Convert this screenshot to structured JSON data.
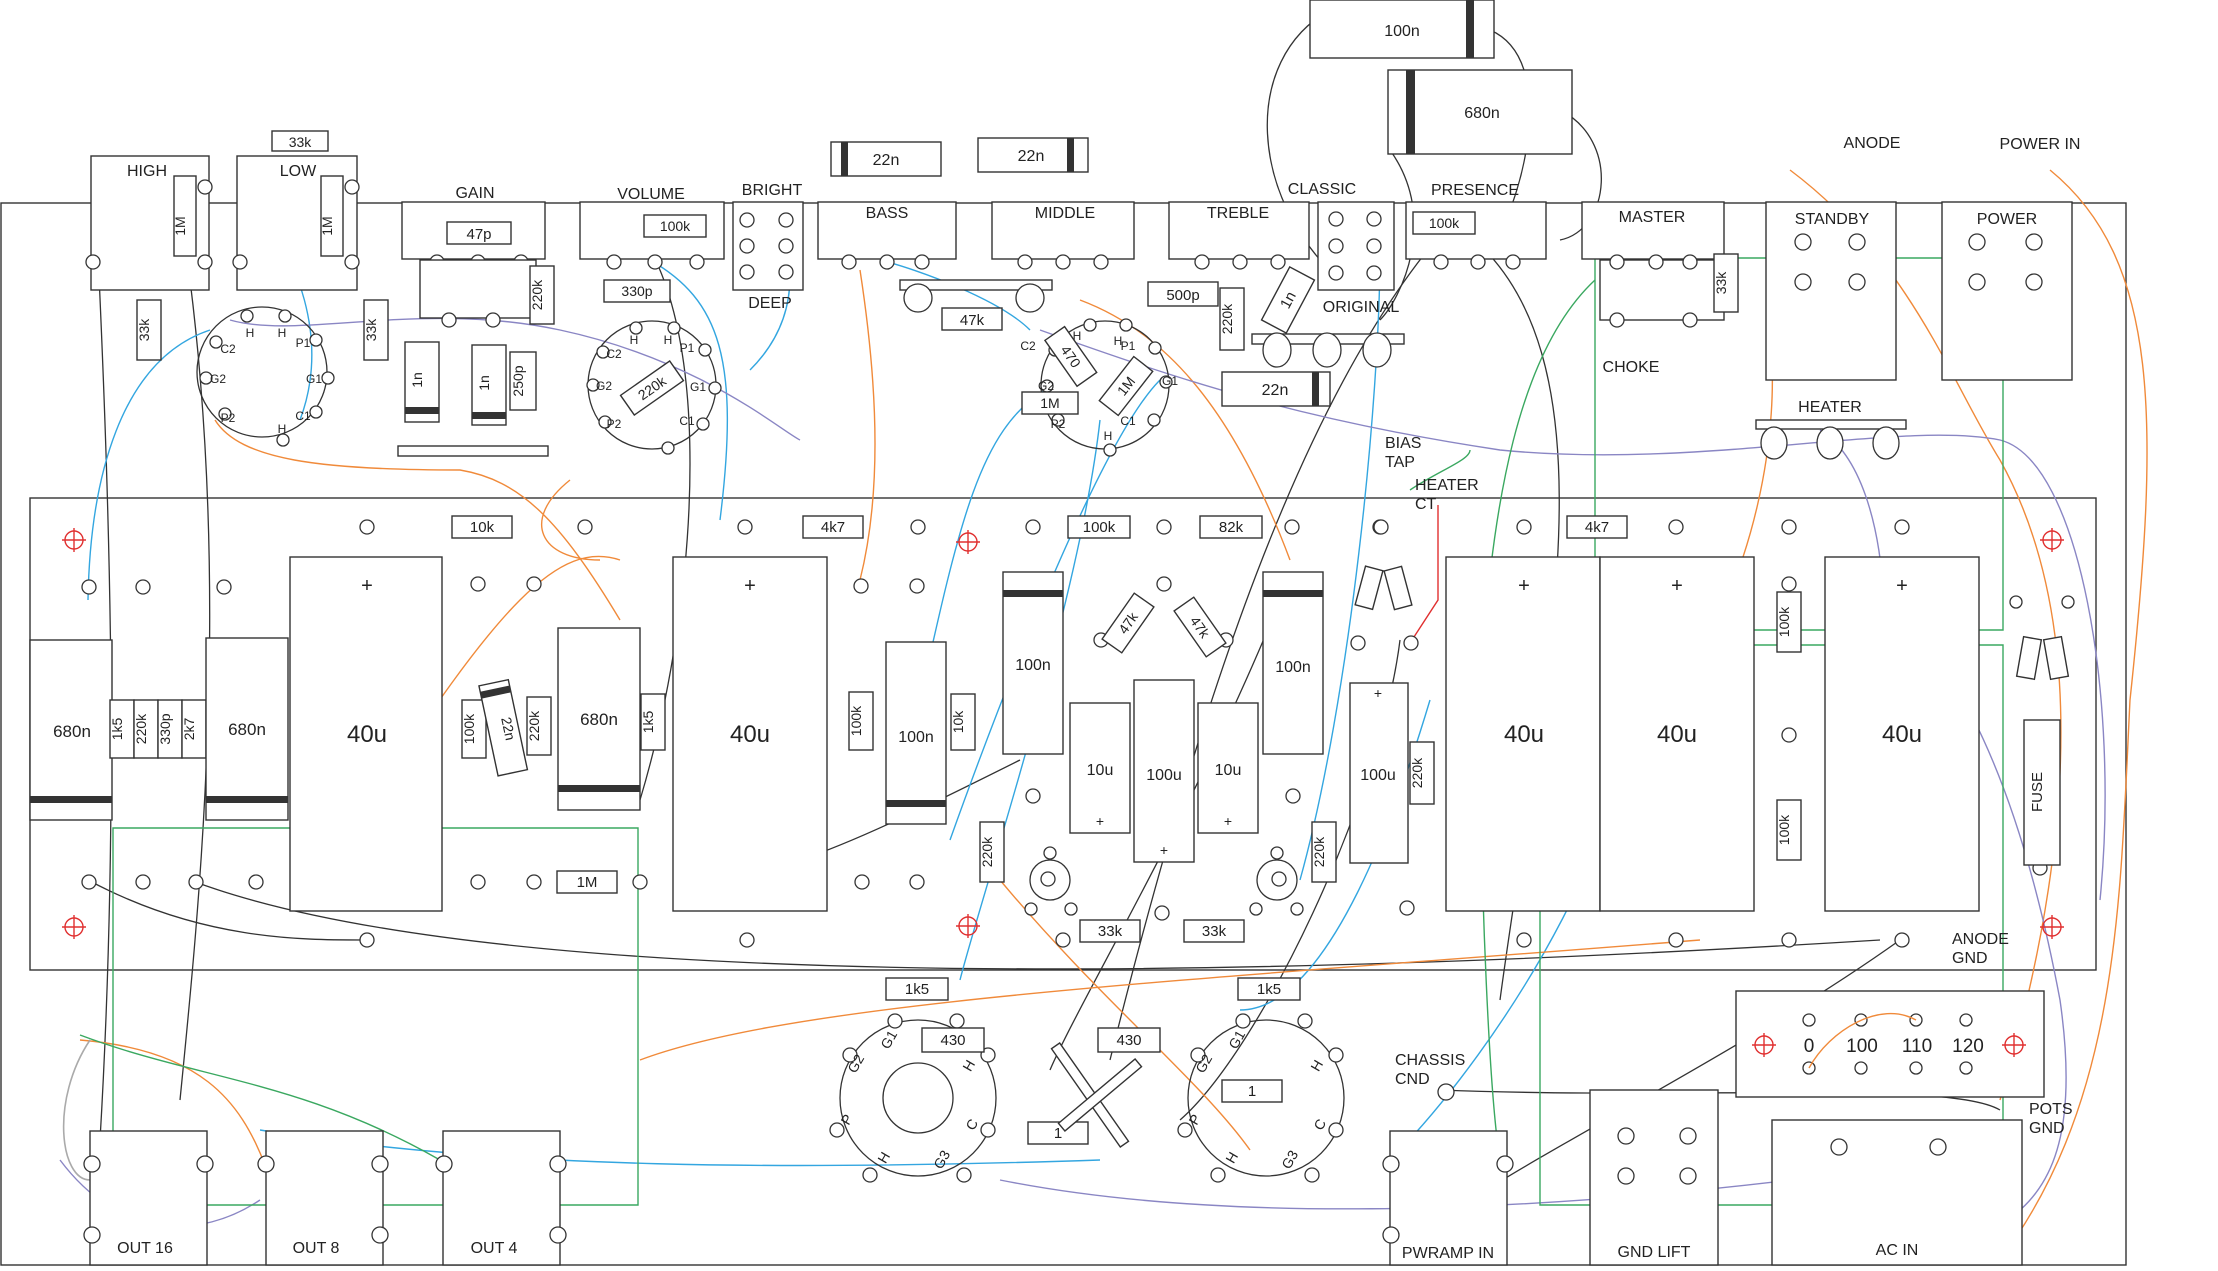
{
  "controls": {
    "high": "HIGH",
    "low": "LOW",
    "gain": "GAIN",
    "volume": "VOLUME",
    "bright": "BRIGHT",
    "deep": "DEEP",
    "bass": "BASS",
    "middle": "MIDDLE",
    "treble": "TREBLE",
    "classic": "CLASSIC",
    "original": "ORIGINAL",
    "presence": "PRESENCE",
    "master": "MASTER",
    "standby": "STANDBY",
    "power": "POWER",
    "anode": "ANODE",
    "power_in": "POWER IN",
    "choke": "CHOKE",
    "heater": "HEATER",
    "bias_tap_1": "BIAS",
    "bias_tap_2": "TAP",
    "heater_ct_1": "HEATER",
    "heater_ct_2": "CT",
    "anode_gnd_1": "ANODE",
    "anode_gnd_2": "GND",
    "chassis_gnd_1": "CHASSIS",
    "chassis_gnd_2": "CND",
    "pots_gnd_1": "POTS",
    "pots_gnd_2": "GND",
    "fuse": "FUSE"
  },
  "jacks": {
    "out16": "OUT 16",
    "out8": "OUT 8",
    "out4": "OUT 4",
    "pwramp_in": "PWRAMP IN",
    "gnd_lift": "GND LIFT",
    "ac_in": "AC IN"
  },
  "voltage_selector": [
    "0",
    "100",
    "110",
    "120"
  ],
  "tube_pins": {
    "c2": "C2",
    "g2": "G2",
    "p2": "P2",
    "h": "H",
    "p1": "P1",
    "g1": "G1",
    "c1": "C1",
    "p": "P",
    "g3": "G3",
    "c": "C"
  },
  "components": {
    "c_100n_top": "100n",
    "c_680n_top": "680n",
    "r_33k_top": "33k",
    "r_1m_high": "1M",
    "r_1m_low": "1M",
    "r_33k_left": "33k",
    "r_33k_right": "33k",
    "c_47p": "47p",
    "r_220k_gain": "220k",
    "c_1n_a": "1n",
    "c_1n_b": "1n",
    "c_250p": "250p",
    "r_100k_vol": "100k",
    "c_330p_vol": "330p",
    "r_220k_v1": "220k",
    "c_22n_bass": "22n",
    "c_22n_mid": "22n",
    "r_47k_tone": "47k",
    "c_500p": "500p",
    "r_220k_treble": "220k",
    "c_1n_treble": "1n",
    "r_100k_pres": "100k",
    "r_470": "470",
    "r_1m_v2a": "1M",
    "r_1m_v2b": "1M",
    "c_22n_v2": "22n",
    "r_33k_master": "33k",
    "c_680n_1": "680n",
    "r_1k5_1": "1k5",
    "r_220k_1": "220k",
    "c_330p_2": "330p",
    "r_2k7": "2k7",
    "c_680n_2": "680n",
    "c_40u_1": "40u",
    "r_10k_1": "10k",
    "r_100k_2": "100k",
    "c_22n_2": "22n",
    "r_220k_2": "220k",
    "c_680n_3": "680n",
    "r_1k5_2": "1k5",
    "r_1m_board": "1M",
    "c_40u_2": "40u",
    "r_4k7_1": "4k7",
    "r_100k_3": "100k",
    "c_100n_1": "100n",
    "r_10k_2": "10k",
    "c_100n_2": "100n",
    "r_100k_4": "100k",
    "r_82k": "82k",
    "r_47k_a": "47k",
    "r_47k_b": "47k",
    "c_10u_1": "10u",
    "c_100u_1": "100u",
    "c_10u_2": "10u",
    "c_100n_3": "100n",
    "r_220k_3": "220k",
    "r_220k_4": "220k",
    "r_33k_b1": "33k",
    "r_33k_b2": "33k",
    "c_100u_2": "100u",
    "r_220k_5": "220k",
    "c_40u_3": "40u",
    "c_40u_4": "40u",
    "r_4k7_2": "4k7",
    "r_100k_5": "100k",
    "r_100k_6": "100k",
    "c_40u_5": "40u",
    "r_1k5_out1": "1k5",
    "r_1k5_out2": "1k5",
    "r_430_1": "430",
    "r_430_2": "430",
    "r_1_a": "1",
    "r_1_b": "1"
  },
  "colors": {
    "outline": "#333333",
    "blue_wire": "#33a6e0",
    "orange_wire": "#f08a3a",
    "purple_wire": "#8a86c4",
    "green_wire": "#3aa860",
    "red_marker": "#e03030"
  }
}
